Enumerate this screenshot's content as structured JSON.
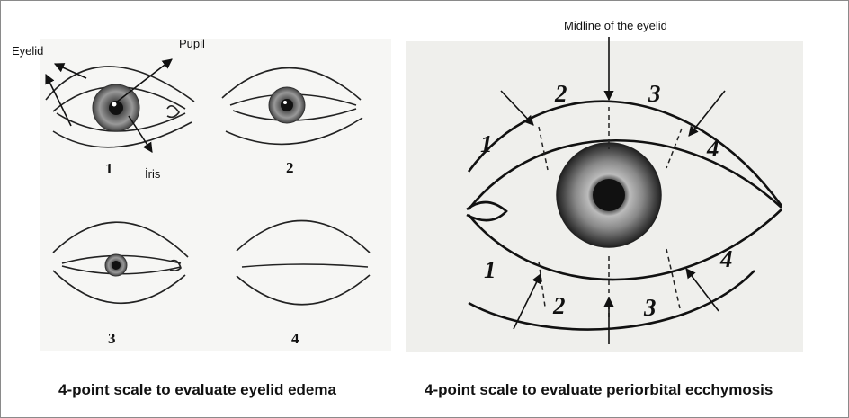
{
  "left_panel": {
    "labels": {
      "eyelid": "Eyelid",
      "pupil": "Pupil",
      "iris": "İris"
    },
    "grades": [
      "1",
      "2",
      "3",
      "4"
    ]
  },
  "right_panel": {
    "title": "Midline of the eyelid",
    "upper_zones": [
      "1",
      "2",
      "3",
      "4"
    ],
    "lower_zones": [
      "1",
      "2",
      "3",
      "4"
    ]
  },
  "captions": {
    "left": "4-point scale to evaluate eyelid edema",
    "right": "4-point scale to evaluate periorbital ecchymosis"
  }
}
